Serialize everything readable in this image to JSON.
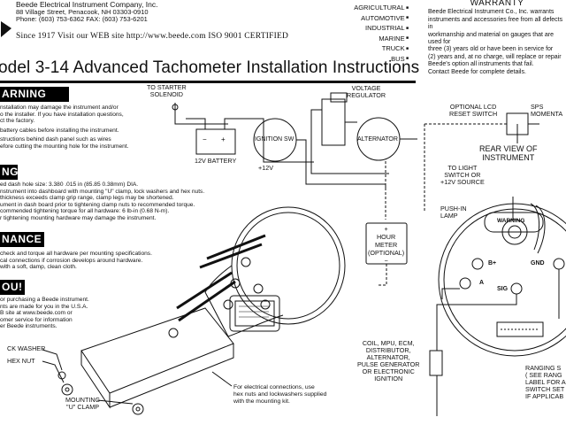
{
  "header": {
    "company_lines": [
      "Beede Electrical Instrument Company, Inc.",
      "88 Village Street, Penacook, NH 03303-0910",
      "Phone: (603) 753-6362  FAX: (603) 753-6201"
    ],
    "since": "Since 1917    Visit our WEB site http://www.beede.com     ISO 9001 CERTIFIED",
    "categories": [
      "AGRICULTURAL",
      "AUTOMOTIVE",
      "INDUSTRIAL",
      "MARINE",
      "TRUCK",
      "BUS"
    ]
  },
  "warranty": {
    "title": "WARRANTY",
    "lines": [
      "Beede Electrical Instrument Co., Inc. warrants",
      "instruments and accessories free from all defects in",
      "workmanship and material on gauges that are used for",
      "three (3) years old or have been in service for",
      "(2) years and, at no charge, will replace or repair",
      "Beede's option all instruments that fail.",
      "Contact Beede for complete details."
    ]
  },
  "title": "odel 3-14 Advanced Tachometer Installation Instructions",
  "sections": {
    "warning": {
      "heading": "ARNING",
      "lines": [
        "nstallation may damage the instrument and/or",
        "o the installer.  If you have installation questions,",
        "ct the factory.",
        "",
        "battery cables before installing the instrument.",
        "",
        "structions behind dash panel such as wires",
        "efore cutting the mounting hole for the instrument."
      ]
    },
    "mounting": {
      "heading": "NG",
      "lines": [
        "ed dash hole size: 3.380 .015 in (85.85 0.38mm) DIA.",
        "nstrument into dashboard with mounting \"U\" clamp, lock washers and hex nuts.",
        " thickness exceeds clamp grip range, clamp legs may be shortened.",
        "ument in dash board prior to tightening clamp nuts to recommended torque.",
        "commended tightening torque for all hardware: 6 lb-in (0.68 N-m).",
        "r tightening mounting hardware may damage the instrument."
      ]
    },
    "maintenance": {
      "heading": "NANCE",
      "lines": [
        "check and torque all hardware per mounting specifications.",
        "cal connections if corrosion develops around hardware.",
        " with a soft, damp, clean cloth."
      ]
    },
    "thankyou": {
      "heading": "OU!",
      "lines": [
        "or purchasing a Beede instrument.",
        "nts are made for you in the U.S.A.",
        "B site at www.beede.com or",
        "omer service for information",
        "er Beede instruments."
      ]
    }
  },
  "diagram": {
    "to_starter": "TO STARTER\nSOLENOID",
    "voltage_regulator": "VOLTAGE\nREGULATOR",
    "ignition_sw": "IGNITION SW",
    "alternator": "ALTERNATOR",
    "battery": "12V BATTERY",
    "plus12v": "+12V",
    "hour_meter": "+\nHOUR\nMETER\n(OPTIONAL)\n−",
    "optional_lcd": "OPTIONAL LCD\nRESET SWITCH",
    "sps_momentary": "SPS\nMOMENTA",
    "rear_view": "REAR VIEW OF\nINSTRUMENT",
    "to_light": "TO LIGHT\nSWITCH OR\n+12V SOURCE",
    "push_in_lamp": "PUSH-IN\nLAMP",
    "warning_badge": "WARNING",
    "terminals": {
      "b_plus": "B+",
      "gnd": "GND",
      "a": "A",
      "sig": "SIG"
    },
    "coil_sources": "COIL, MPU, ECM,\nDISTRIBUTOR,\nALTERNATOR,\nPULSE GENERATOR\nOR ELECTRONIC\nIGNITION",
    "ranging": "RANGING S\n( SEE RANG\nLABEL FOR A\nSWITCH SET\nIF APPLICAB",
    "lock_washer": "CK WASHER",
    "hex_nut": "HEX NUT",
    "mounting_clamp": "MOUNTING\n\"U\" CLAMP",
    "electrical_note": "For electrical connections, use\nhex nuts and lockwashers supplied\nwith the mounting kit."
  }
}
